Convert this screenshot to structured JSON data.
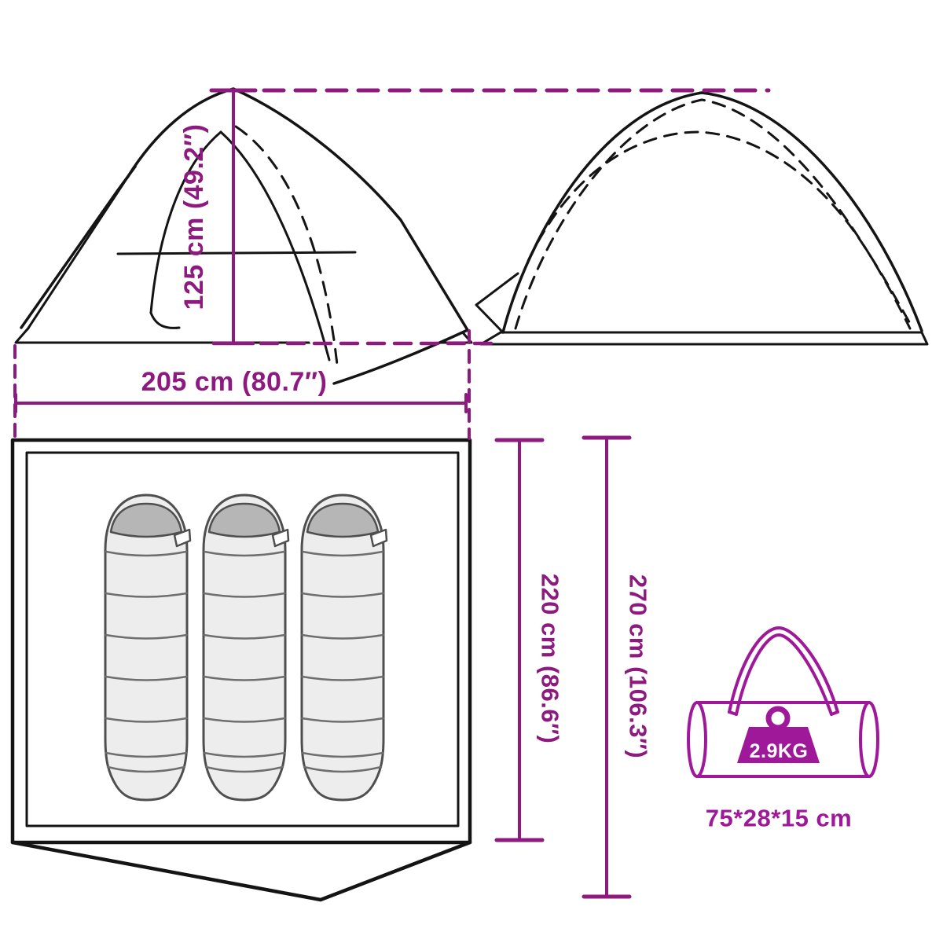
{
  "colors": {
    "dimension_accent": "#8d1a7e",
    "carry_bag_accent": "#a0189a",
    "line_art": "#141414"
  },
  "front_view": {
    "height_label": "125 cm (49.2″)",
    "width_label": "205 cm (80.7″)"
  },
  "floor_plan": {
    "sleeping_bag_count": 3,
    "inner_length_label": "220 cm (86.6″)",
    "total_length_label": "270 cm (106.3″)"
  },
  "carry_bag": {
    "weight_label": "2.9KG",
    "size_label": "75*28*15 cm"
  }
}
